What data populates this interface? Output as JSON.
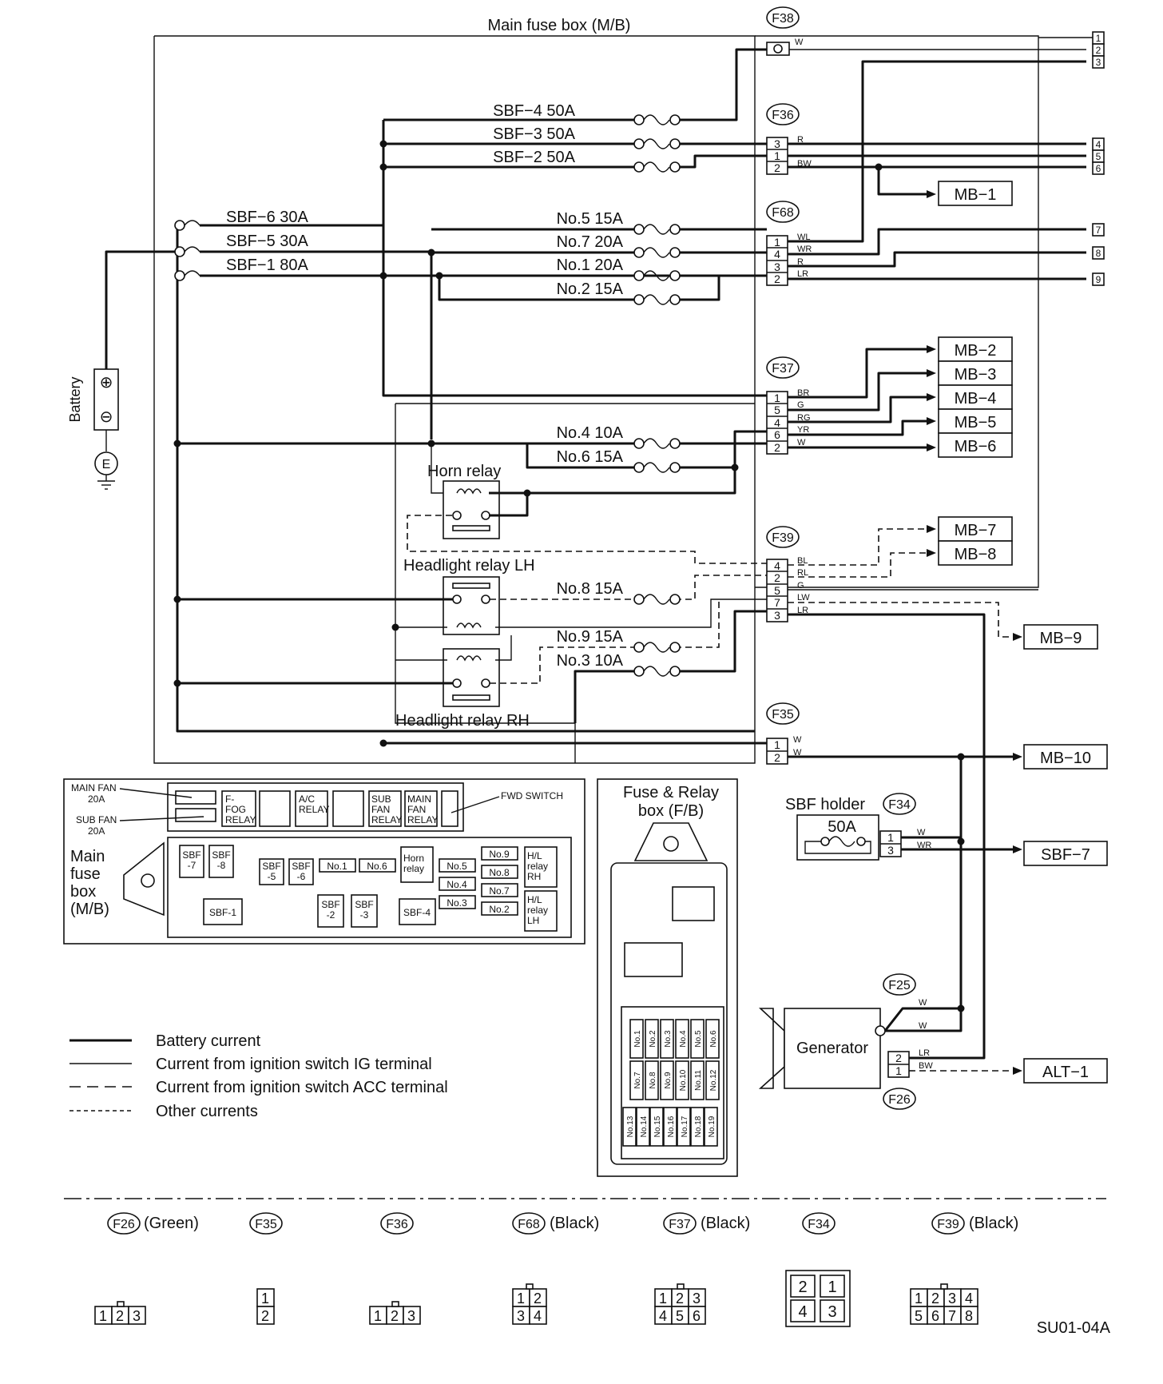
{
  "title": "Main fuse box (M/B)",
  "code": "SU01-04A",
  "battery": {
    "label": "Battery",
    "plus": "⊕",
    "minus": "⊖",
    "ground": "E"
  },
  "sbf_left": [
    {
      "id": "sbf6",
      "label": "SBF−6 30A"
    },
    {
      "id": "sbf5",
      "label": "SBF−5 30A"
    },
    {
      "id": "sbf1",
      "label": "SBF−1 80A"
    }
  ],
  "sbf_top": [
    {
      "id": "sbf4",
      "label": "SBF−4 50A"
    },
    {
      "id": "sbf3",
      "label": "SBF−3 50A"
    },
    {
      "id": "sbf2",
      "label": "SBF−2 50A"
    }
  ],
  "fuses_a": [
    {
      "id": "no5",
      "label": "No.5 15A"
    },
    {
      "id": "no7",
      "label": "No.7 20A"
    },
    {
      "id": "no1",
      "label": "No.1 20A"
    },
    {
      "id": "no2",
      "label": "No.2 15A"
    }
  ],
  "fuses_b": [
    {
      "id": "no4",
      "label": "No.4 10A"
    },
    {
      "id": "no6",
      "label": "No.6 15A"
    }
  ],
  "fuses_c": [
    {
      "id": "no8",
      "label": "No.8 15A"
    },
    {
      "id": "no9",
      "label": "No.9 15A"
    },
    {
      "id": "no3",
      "label": "No.3 10A"
    }
  ],
  "relays": {
    "horn": "Horn relay",
    "lh": "Headlight relay LH",
    "rh": "Headlight relay RH"
  },
  "connectors": {
    "F38": {
      "name": "F38",
      "pins": [
        "W"
      ]
    },
    "F36": {
      "name": "F36",
      "pins": [
        "3",
        "1",
        "2"
      ],
      "colors": [
        "R",
        "",
        "BW"
      ]
    },
    "F68": {
      "name": "F68",
      "pins": [
        "1",
        "4",
        "3",
        "2"
      ],
      "colors": [
        "WL",
        "WR",
        "R",
        "LR"
      ]
    },
    "F37": {
      "name": "F37",
      "pins": [
        "1",
        "5",
        "4",
        "6",
        "2"
      ],
      "colors": [
        "BR",
        "G",
        "RG",
        "YR",
        "W"
      ]
    },
    "F39": {
      "name": "F39",
      "pins": [
        "4",
        "2",
        "5",
        "7",
        "3"
      ],
      "colors": [
        "BL",
        "RL",
        "G",
        "LW",
        "LR"
      ]
    },
    "F35": {
      "name": "F35",
      "pins": [
        "1",
        "2"
      ],
      "colors": [
        "W",
        "W"
      ]
    },
    "F34": {
      "name": "F34",
      "pins": [
        "1",
        "3"
      ],
      "colors": [
        "W",
        "WR"
      ]
    },
    "F25": {
      "name": "F25"
    },
    "F26": {
      "name": "F26",
      "pins": [
        "2",
        "1"
      ],
      "colors": [
        "LR",
        "BW"
      ]
    }
  },
  "terminals": [
    "1",
    "2",
    "3",
    "4",
    "5",
    "6",
    "7",
    "8",
    "9"
  ],
  "outputs": {
    "mb1": "MB−1",
    "mb2": "MB−2",
    "mb3": "MB−3",
    "mb4": "MB−4",
    "mb5": "MB−5",
    "mb6": "MB−6",
    "mb7": "MB−7",
    "mb8": "MB−8",
    "mb9": "MB−9",
    "mb10": "MB−10",
    "sbf7": "SBF−7",
    "alt1": "ALT−1"
  },
  "sbf_holder": {
    "label": "SBF holder",
    "fuse": "50A"
  },
  "generator": {
    "label": "Generator",
    "w1": "W",
    "w2": "W"
  },
  "layout_box": {
    "label_lines": [
      "Main",
      "fuse",
      "box",
      "(M/B)"
    ],
    "main_fan": [
      "MAIN FAN",
      "20A"
    ],
    "sub_fan": [
      "SUB FAN",
      "20A"
    ],
    "fwd_switch": "FWD SWITCH",
    "relays_top": [
      [
        "F-",
        "FOG",
        "RELAY"
      ],
      [
        "A/C",
        "RELAY"
      ],
      [
        "SUB",
        "FAN",
        "RELAY"
      ],
      [
        "MAIN",
        "FAN",
        "RELAY"
      ]
    ],
    "sbf_cells": [
      "SBF\n-7",
      "SBF\n-8",
      "SBF\n-5",
      "SBF\n-6",
      "SBF-1",
      "SBF\n-2",
      "SBF\n-3",
      "SBF-4"
    ],
    "fuse_cells": [
      "No.1",
      "No.6",
      "No.5",
      "No.4",
      "No.3",
      "No.9",
      "No.8",
      "No.7",
      "No.2"
    ],
    "horn_cell": [
      "Horn",
      "relay"
    ],
    "hl_rh": [
      "H/L",
      "relay",
      "RH"
    ],
    "hl_lh": [
      "H/L",
      "relay",
      "LH"
    ]
  },
  "fb_box": {
    "label_lines": [
      "Fuse & Relay",
      "box (F/B)"
    ],
    "fuse_row1": [
      "No.1",
      "No.2",
      "No.3",
      "No.4",
      "No.5",
      "No.6"
    ],
    "fuse_row2": [
      "No.7",
      "No.8",
      "No.9",
      "No.10",
      "No.11",
      "No.12"
    ],
    "fuse_row3": [
      "No.13",
      "No.14",
      "No.15",
      "No.16",
      "No.17",
      "No.18",
      "No.19"
    ]
  },
  "legend": [
    {
      "style": "solid-heavy",
      "text": "Battery current"
    },
    {
      "style": "solid-thin",
      "text": "Current from ignition switch IG terminal"
    },
    {
      "style": "dash-long",
      "text": "Current from ignition switch ACC terminal"
    },
    {
      "style": "dash-short",
      "text": "Other currents"
    }
  ],
  "connector_views": [
    {
      "name": "F26",
      "color": "(Green)",
      "pins": [
        "1",
        "2",
        "3"
      ]
    },
    {
      "name": "F35",
      "color": "",
      "pins": [
        "1",
        "2"
      ]
    },
    {
      "name": "F36",
      "color": "",
      "pins": [
        "1",
        "2",
        "3"
      ]
    },
    {
      "name": "F68",
      "color": "(Black)",
      "pins": [
        "1",
        "2",
        "3",
        "4"
      ]
    },
    {
      "name": "F37",
      "color": "(Black)",
      "pins": [
        "1",
        "2",
        "3",
        "4",
        "5",
        "6"
      ]
    },
    {
      "name": "F34",
      "color": "",
      "pins": [
        "2",
        "1",
        "4",
        "3"
      ]
    },
    {
      "name": "F39",
      "color": "(Black)",
      "pins": [
        "1",
        "2",
        "3",
        "4",
        "5",
        "6",
        "7",
        "8"
      ]
    }
  ]
}
